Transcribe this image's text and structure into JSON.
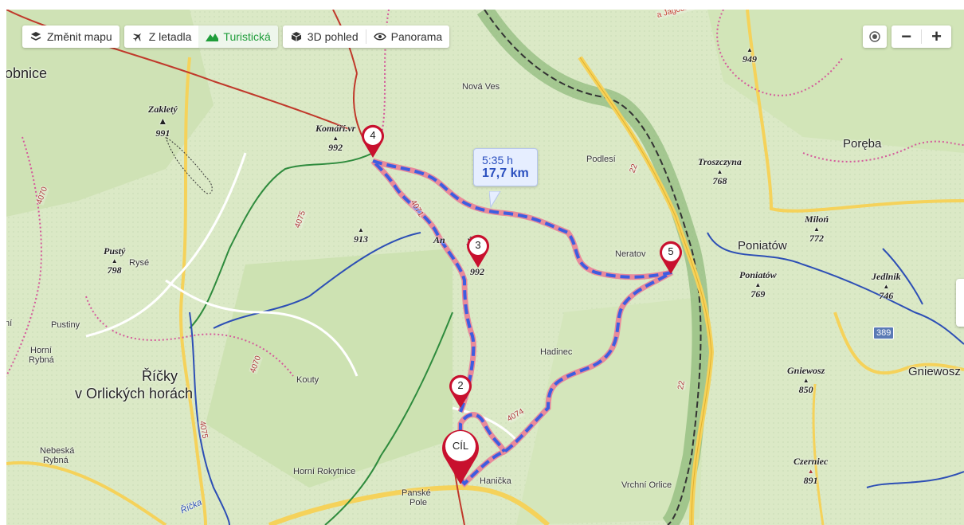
{
  "toolbar": {
    "change_map": "Změnit mapu",
    "aerial": "Z letadla",
    "tourist": "Turistická",
    "view3d": "3D pohled",
    "panorama": "Panorama"
  },
  "zoom": {
    "locate_icon": "target-icon",
    "minus": "−",
    "plus": "+"
  },
  "route": {
    "time": "5:35 h",
    "distance": "17,7 km",
    "color": "#3d5de0"
  },
  "markers": {
    "m2": "2",
    "m3": "3",
    "m4": "4",
    "m5": "5",
    "finish": "CÍL",
    "color": "#c8102e"
  },
  "places": {
    "obnice": "obnice",
    "ricky1": "Říčky",
    "ricky2": "v Orlických horách",
    "nova_ves": "Nová Ves",
    "podlesi": "Podlesí",
    "neratov": "Neratov",
    "poniatow": "Poniatów",
    "poreba": "Poręba",
    "gniewosz": "Gniewosz",
    "hadinec": "Hadinec",
    "kouty": "Kouty",
    "horni_rokytnice": "Horní Rokytnice",
    "hanicka": "Hanička",
    "panske1": "Panské",
    "panske2": "Pole",
    "vrchni_orlice": "Vrchní Orlice",
    "nebeska1": "Nebeská",
    "nebeska2": "Rybná",
    "horni1": "Horní",
    "horni2": "Rybná",
    "pustiny": "Pustiny",
    "rysi": "Rysé",
    "ni": "ní",
    "ricka": "Říčka"
  },
  "peaks": {
    "zakleti": "Zakletý",
    "zakleti_e": "991",
    "komari": "Komáří.vr",
    "komari_e": "992",
    "pusty": "Pustý",
    "pusty_e": "798",
    "e913": "913",
    "anensky": "An",
    "anensky_suffix": "ý",
    "anensky_e": "992",
    "troszczyna": "Troszczyna",
    "troszczyna_e": "768",
    "milon": "Miłoń",
    "milon_e": "772",
    "poniatow_p": "Poniatów",
    "poniatow_e": "769",
    "jedlnik": "Jedlnik",
    "jedlnik_e": "746",
    "gniewosz_p": "Gniewosz",
    "gniewosz_e": "850",
    "czerniec": "Czerniec",
    "czerniec_e": "891",
    "e949": "949"
  },
  "roads": {
    "r4070a": "4070",
    "r4075": "4075",
    "r4071": "4071",
    "r4070b": "4070",
    "r4075b": "4075",
    "r4074": "4074",
    "r22a": "22",
    "r22b": "22",
    "r389": "389",
    "jagodna": "a Jagodna"
  }
}
